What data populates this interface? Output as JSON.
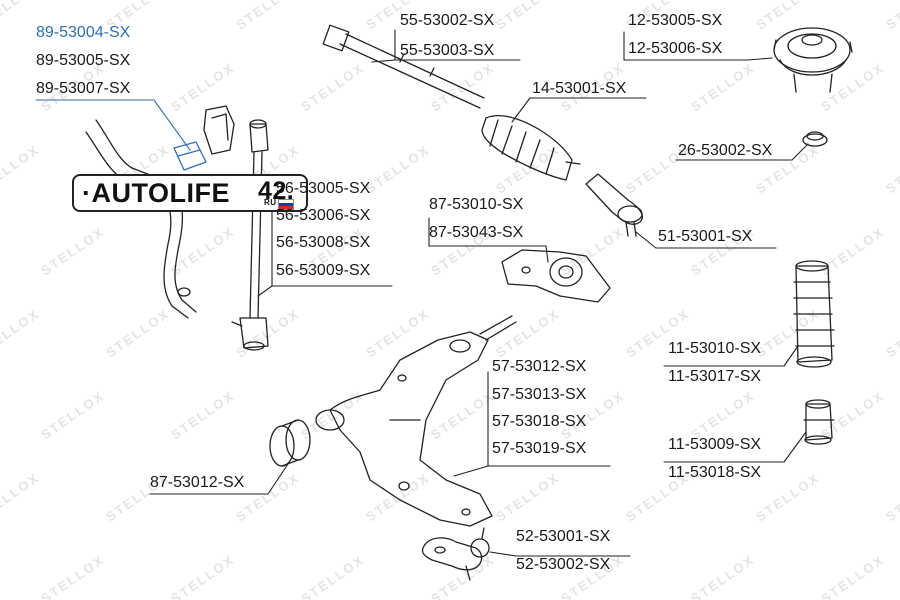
{
  "parts": {
    "stab_bushing": [
      "89-53004-SX",
      "89-53005-SX",
      "89-53007-SX"
    ],
    "tie_rod": [
      "55-53002-SX",
      "55-53003-SX"
    ],
    "strut_mount": [
      "12-53005-SX",
      "12-53006-SX"
    ],
    "stab_link": [
      "56-53005-SX",
      "56-53006-SX",
      "56-53008-SX",
      "56-53009-SX"
    ],
    "steering_boot": [
      "14-53001-SX"
    ],
    "bearing": [
      "26-53002-SX"
    ],
    "arm_bushing_rear": [
      "87-53010-SX",
      "87-53043-SX"
    ],
    "tie_rod_end": [
      "51-53001-SX"
    ],
    "bump_stop": [
      "11-53010-SX",
      "11-53017-SX"
    ],
    "control_arm": [
      "57-53012-SX",
      "57-53013-SX",
      "57-53018-SX",
      "57-53019-SX"
    ],
    "rubber_buffer": [
      "11-53009-SX",
      "11-53018-SX"
    ],
    "arm_bushing_front": [
      "87-53012-SX"
    ],
    "ball_joint": [
      "52-53001-SX",
      "52-53002-SX"
    ]
  },
  "logo": {
    "brand": "·AUTOLIFE",
    "number": "42.",
    "suffix": "RU"
  },
  "watermark": "STELLOX",
  "colors": {
    "highlight": "#2f6fb5",
    "text": "#1a1a1a",
    "drawing": "#222222",
    "watermark": "#e4e4e4"
  }
}
